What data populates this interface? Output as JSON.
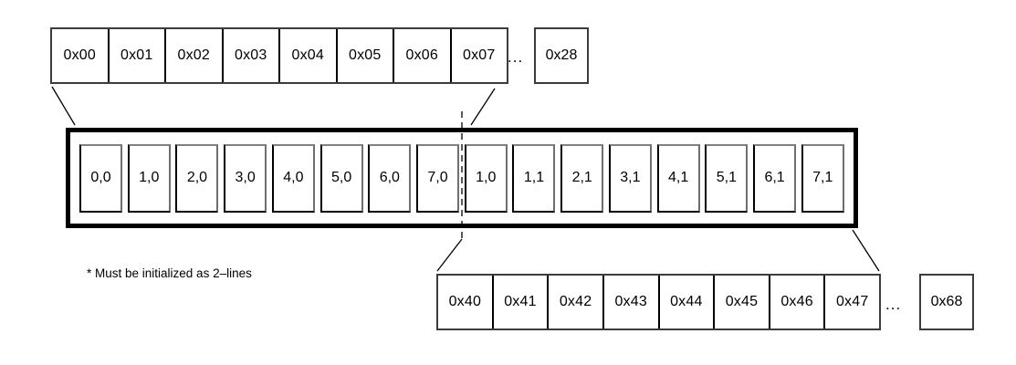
{
  "diagram": {
    "top_row": {
      "cells": [
        "0x00",
        "0x01",
        "0x02",
        "0x03",
        "0x04",
        "0x05",
        "0x06",
        "0x07"
      ],
      "ellipsis": "...",
      "tail_cell": "0x28"
    },
    "cache_line": {
      "cells": [
        "0,0",
        "1,0",
        "2,0",
        "3,0",
        "4,0",
        "5,0",
        "6,0",
        "7,0",
        "1,0",
        "1,1",
        "2,1",
        "3,1",
        "4,1",
        "5,1",
        "6,1",
        "7,1"
      ]
    },
    "bottom_row": {
      "cells": [
        "0x40",
        "0x41",
        "0x42",
        "0x43",
        "0x44",
        "0x45",
        "0x46",
        "0x47"
      ],
      "ellipsis": "...",
      "tail_cell": "0x68"
    },
    "note": "* Must be initialized as 2–lines"
  },
  "colors": {
    "connector_line": "#000000",
    "box_border": "#000000",
    "inner_border_top": "#808080",
    "background": "#ffffff"
  }
}
